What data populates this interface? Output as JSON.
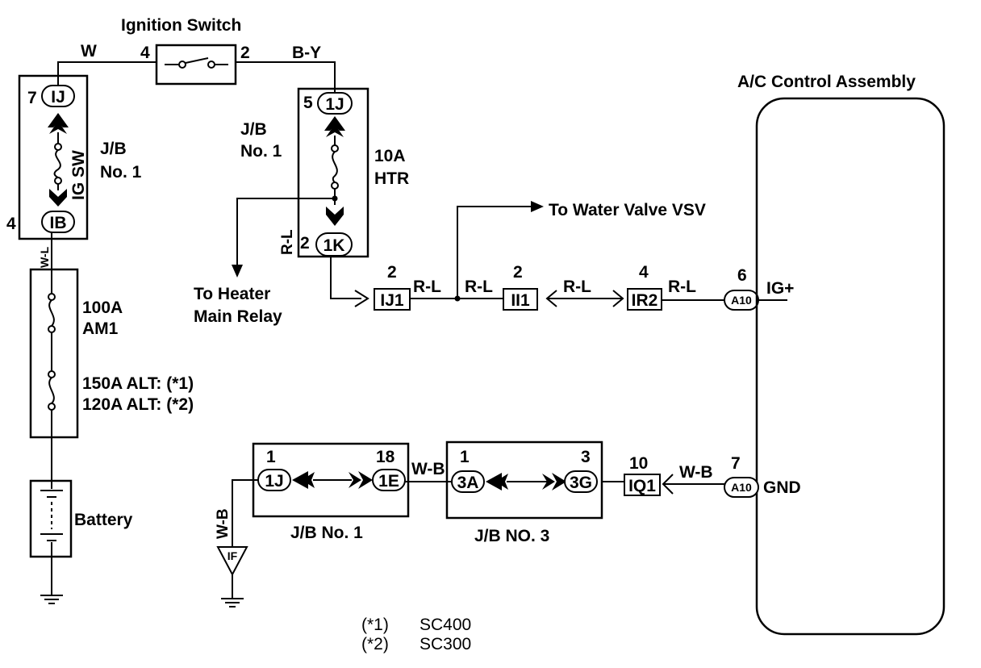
{
  "ignition_switch": {
    "title": "Ignition Switch",
    "pin_in": "4",
    "pin_out": "2",
    "wire_in": "W",
    "wire_out": "B-Y"
  },
  "jb1_left": {
    "pin_top": "7",
    "conn_top": "IJ",
    "pin_bottom": "4",
    "conn_bottom": "IB",
    "name_line1": "J/B",
    "name_line2": "No. 1",
    "fuse": "IG SW",
    "wire_out": "W-L"
  },
  "jb1_center": {
    "pin_top": "5",
    "conn_top": "1J",
    "pin_bottom": "2",
    "conn_bottom": "1K",
    "name_line1": "J/B",
    "name_line2": "No. 1",
    "fuse_line1": "10A",
    "fuse_line2": "HTR",
    "wire_out": "R-L"
  },
  "fusible_links": {
    "f1_line1": "100A",
    "f1_line2": "AM1",
    "f2_line1": "150A ALT: (*1)",
    "f2_line2": "120A ALT: (*2)"
  },
  "battery": {
    "label": "Battery"
  },
  "heater_relay": {
    "line1": "To Heater",
    "line2": "Main Relay"
  },
  "water_valve": {
    "label": "To Water Valve VSV"
  },
  "ig_line": {
    "conn1_pin": "2",
    "conn1": "IJ1",
    "wire1": "R-L",
    "wire2": "R-L",
    "conn2_pin": "2",
    "conn2": "II1",
    "wire3": "R-L",
    "conn3_pin": "4",
    "conn3": "IR2",
    "wire4": "R-L",
    "ac_pin": "6",
    "ac_conn": "A10",
    "terminal": "IG+"
  },
  "ac_control": {
    "title": "A/C Control Assembly"
  },
  "gnd_line": {
    "jb1_pin_left": "1",
    "jb1_conn_left": "1J",
    "jb1_pin_right": "18",
    "jb1_conn_right": "1E",
    "jb1_label": "J/B No. 1",
    "wire_a": "W-B",
    "jb3_pin_left": "1",
    "jb3_conn_left": "3A",
    "jb3_pin_right": "3",
    "jb3_conn_right": "3G",
    "jb3_label": "J/B NO. 3",
    "conn_pin": "10",
    "conn": "IQ1",
    "wire_b": "W-B",
    "ac_pin": "7",
    "ac_conn": "A10",
    "terminal": "GND",
    "ground_wire": "W-B",
    "ground_point": "IF"
  },
  "notes": {
    "n1_key": "(*1)",
    "n1_val": "SC400",
    "n2_key": "(*2)",
    "n2_val": "SC300"
  }
}
